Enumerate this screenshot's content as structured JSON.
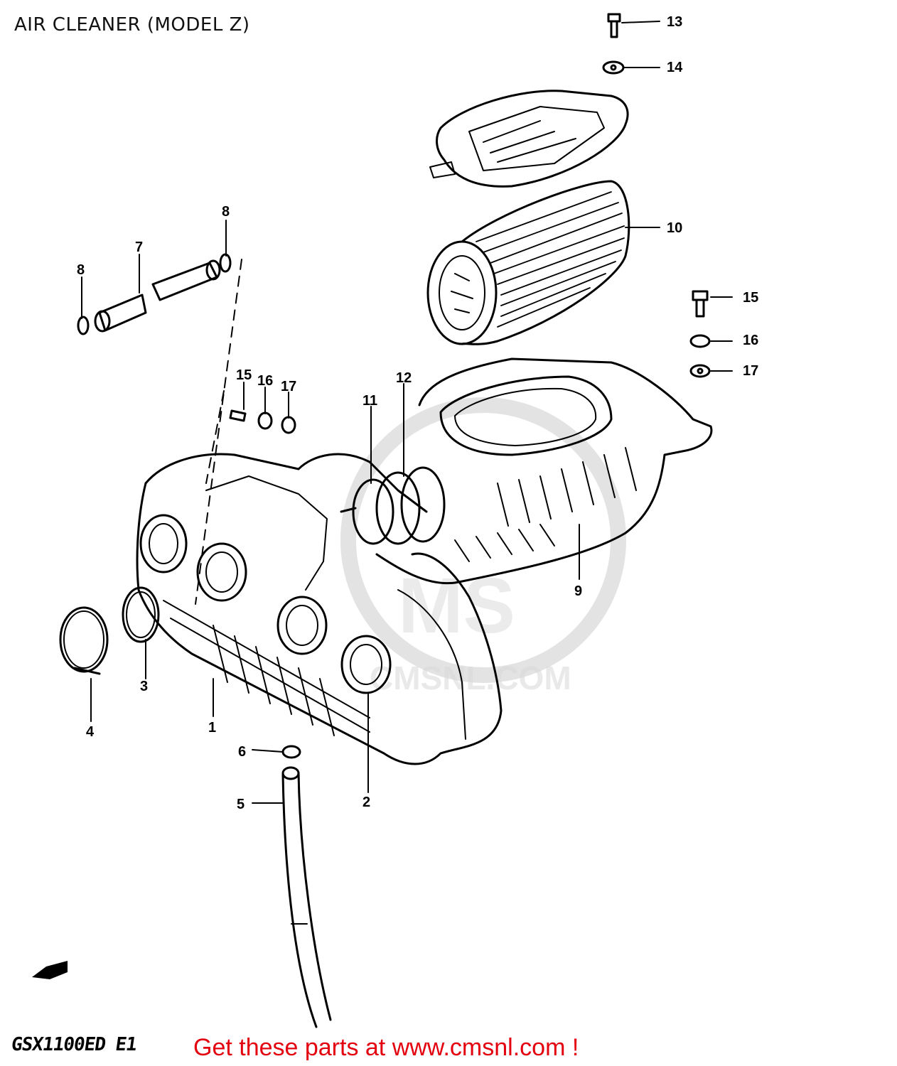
{
  "header": {
    "title": "AIR CLEANER (MODEL Z)"
  },
  "diagram": {
    "parts": [
      {
        "id": "1",
        "label": "1"
      },
      {
        "id": "2",
        "label": "2"
      },
      {
        "id": "3",
        "label": "3"
      },
      {
        "id": "4",
        "label": "4"
      },
      {
        "id": "5",
        "label": "5"
      },
      {
        "id": "6",
        "label": "6"
      },
      {
        "id": "7",
        "label": "7"
      },
      {
        "id": "8a",
        "label": "8"
      },
      {
        "id": "8b",
        "label": "8"
      },
      {
        "id": "9",
        "label": "9"
      },
      {
        "id": "10",
        "label": "10"
      },
      {
        "id": "11",
        "label": "11"
      },
      {
        "id": "12",
        "label": "12"
      },
      {
        "id": "13",
        "label": "13"
      },
      {
        "id": "14",
        "label": "14"
      },
      {
        "id": "15a",
        "label": "15"
      },
      {
        "id": "16a",
        "label": "16"
      },
      {
        "id": "17a",
        "label": "17"
      },
      {
        "id": "15b",
        "label": "15"
      },
      {
        "id": "16b",
        "label": "16"
      },
      {
        "id": "17b",
        "label": "17"
      }
    ],
    "watermark": "CMSNL.COM"
  },
  "footer": {
    "model_code": "GSX1100ED E1",
    "cta": "Get these parts at www.cmsnl.com !"
  },
  "colors": {
    "cta": "#e3000f",
    "line": "#000000",
    "watermark": "#d6d6d6"
  }
}
